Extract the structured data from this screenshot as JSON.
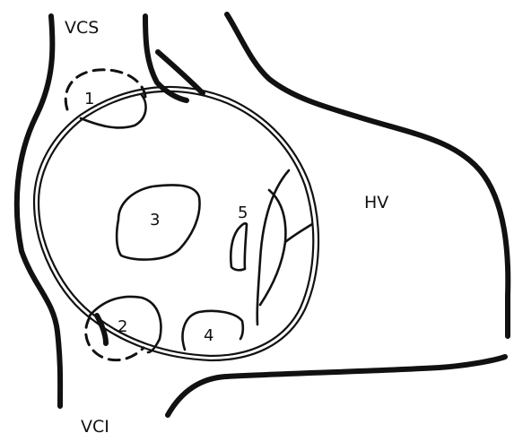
{
  "labels": {
    "vcs": "VCS",
    "vci": "VCI",
    "hv": "HV"
  },
  "regions": [
    {
      "id": "1",
      "label": "1",
      "style": "dashed"
    },
    {
      "id": "2",
      "label": "2",
      "style": "dashed"
    },
    {
      "id": "3",
      "label": "3",
      "style": "solid"
    },
    {
      "id": "4",
      "label": "4",
      "style": "solid"
    },
    {
      "id": "5",
      "label": "5",
      "style": "solid"
    }
  ],
  "colors": {
    "stroke": "#111111",
    "background": "#ffffff"
  }
}
